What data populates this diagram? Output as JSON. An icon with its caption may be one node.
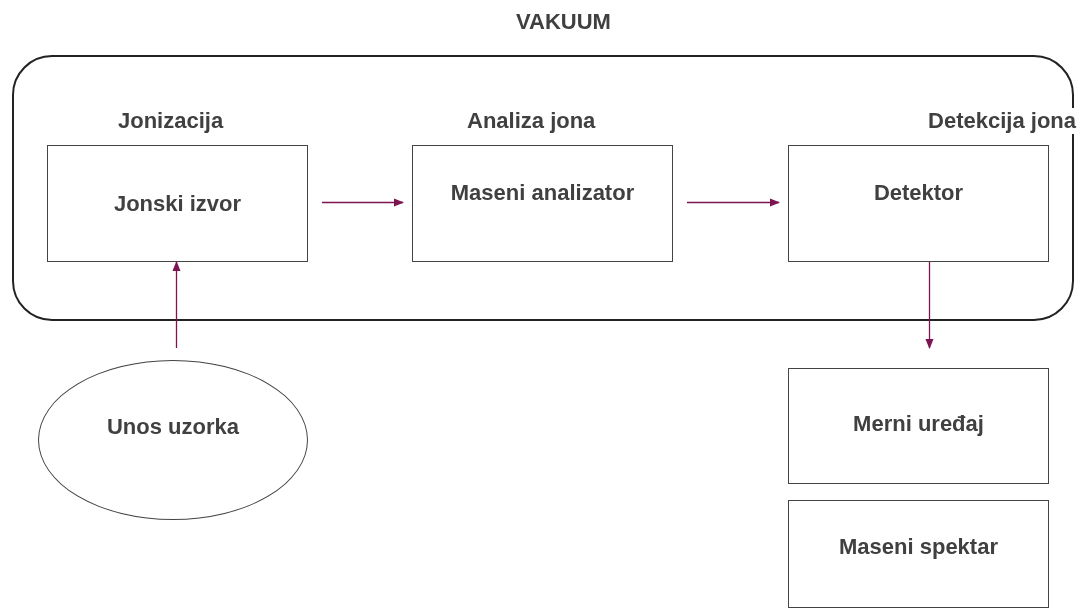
{
  "diagram": {
    "nodes": [
      {
        "text": [
          "VAKUUM"
        ]
      },
      {
        "text": [
          "Jonizacija",
          "Jonski izvor"
        ],
        "in": 0
      },
      {
        "text": [
          "Analiza jona",
          "Maseni analizator"
        ],
        "in": 0
      },
      {
        "text": [
          "Detekcija jona",
          "Detektor"
        ],
        "in": 0
      },
      {
        "text": [
          "Unos uzorka"
        ]
      },
      {
        "text": [
          "Merni uređaj"
        ]
      },
      {
        "text": [
          "Maseni spektar"
        ]
      }
    ],
    "edges": [
      {
        "from": 1,
        "to": 2,
        "arrow": "to"
      },
      {
        "from": 2,
        "to": 3,
        "arrow": "to"
      },
      {
        "from": 4,
        "to": 1,
        "arrow": "to"
      },
      {
        "from": 3,
        "to": 5,
        "arrow": "to"
      }
    ]
  }
}
